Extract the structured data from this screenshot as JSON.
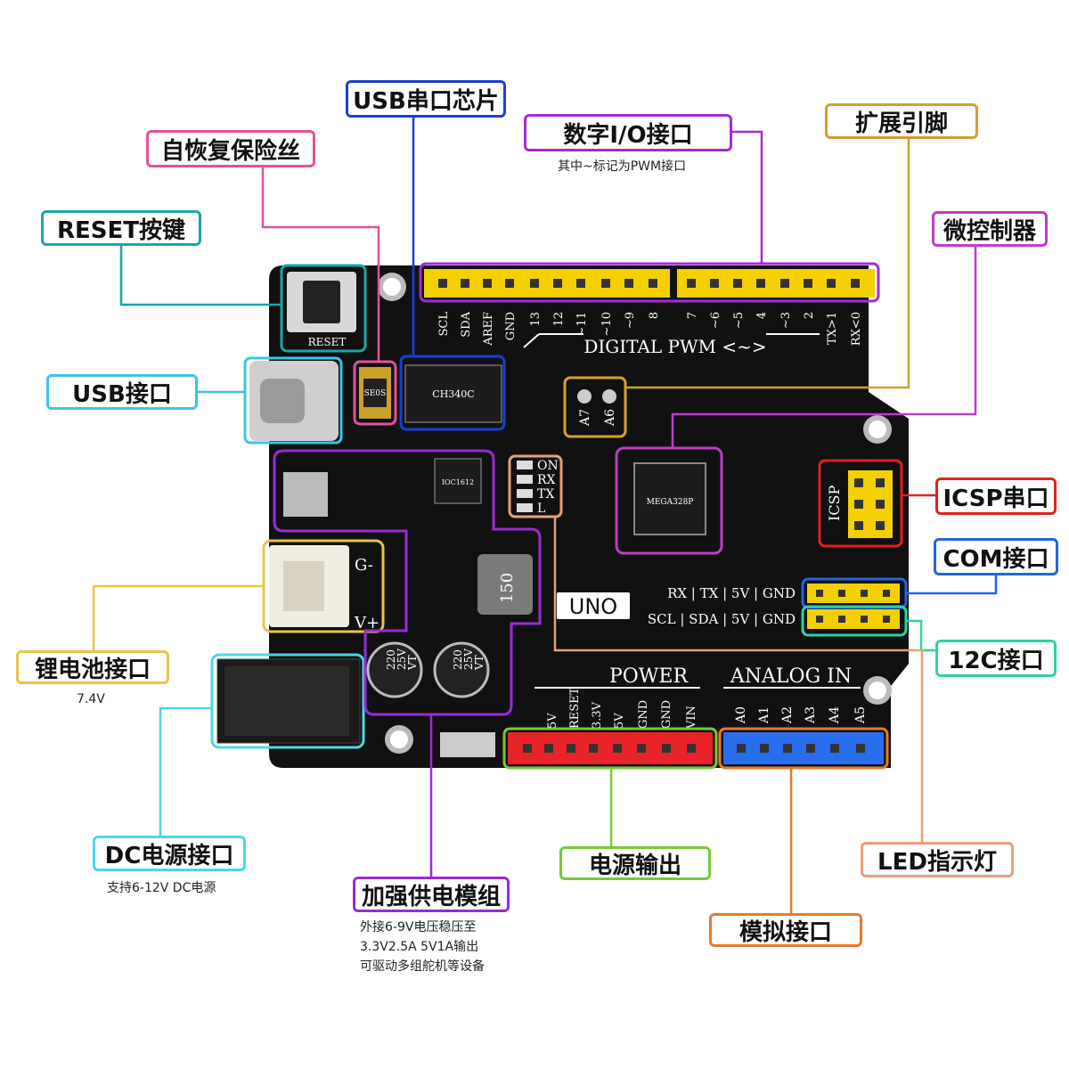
{
  "callouts": {
    "usb_chip": "USB串口芯片",
    "digital_io": "数字I/O接口",
    "digital_io_note": "其中~标记为PWM接口",
    "ext_pins": "扩展引脚",
    "fuse": "自恢复保险丝",
    "mcu": "微控制器",
    "reset_btn": "RESET按键",
    "usb_port": "USB接口",
    "icsp": "ICSP串口",
    "com": "COM接口",
    "i2c": "12C接口",
    "battery": "锂电池接口",
    "battery_note": "7.4V",
    "dc": "DC电源接口",
    "dc_note": "支持6-12V DC电源",
    "power_module": "加强供电模组",
    "power_module_note1": "外接6-9V电压稳压至",
    "power_module_note2": "3.3V2.5A 5V1A输出",
    "power_module_note3": "可驱动多组舵机等设备",
    "power_out": "电源输出",
    "led": "LED指示灯",
    "analog": "模拟接口"
  },
  "board": {
    "digital_pins": [
      "SCL",
      "SDA",
      "AREF",
      "GND",
      "13",
      "12",
      "~11",
      "~10",
      "~9",
      "8",
      "7",
      "~6",
      "~5",
      "4",
      "~3",
      "2",
      "TX>1",
      "RX<0"
    ],
    "digital_label": "DIGITAL PWM <~>",
    "reset_label": "RESET",
    "usb_chip_text": "CH340C",
    "fuse_text": "SE0S",
    "ext_pins": [
      "A7",
      "A6"
    ],
    "leds": [
      "ON",
      "RX",
      "TX",
      "L"
    ],
    "icsp_label": "ICSP",
    "com_row": "RX | TX | 5V | GND",
    "i2c_row": "SCL | SDA | 5V | GND",
    "model": "UNO",
    "battery_pins": [
      "G-",
      "V+"
    ],
    "inductor": "150",
    "cap_text": [
      "220",
      "25V",
      "VT"
    ],
    "mcu_text": "MEGA328P",
    "power_label": "POWER",
    "power_pins": [
      "5V",
      "RESET",
      "3.3V",
      "5V",
      "GND",
      "GND",
      "VIN"
    ],
    "analog_label": "ANALOG IN",
    "analog_pins": [
      "A0",
      "A1",
      "A2",
      "A3",
      "A4",
      "A5"
    ],
    "ic_text": "IOC1612"
  },
  "colors": {
    "pcb": "#111111",
    "usb_chip": "#1a3fd6",
    "digital_io": "#a52ad4",
    "ext_pins": "#d4a030",
    "fuse": "#e0529c",
    "mcu": "#c03cc8",
    "reset_btn": "#1aa6a6",
    "usb_port": "#3cc4e8",
    "icsp": "#e02020",
    "com": "#2266dd",
    "i2c": "#2ad4a6",
    "battery": "#e8c44a",
    "dc": "#4ad8e8",
    "power_module": "#9a2ad8",
    "power_out": "#7ac83a",
    "led": "#e8a07a",
    "analog": "#e87a2a",
    "header_yellow": "#f5d000",
    "header_red": "#e8232a",
    "header_blue": "#2a6ef0"
  }
}
